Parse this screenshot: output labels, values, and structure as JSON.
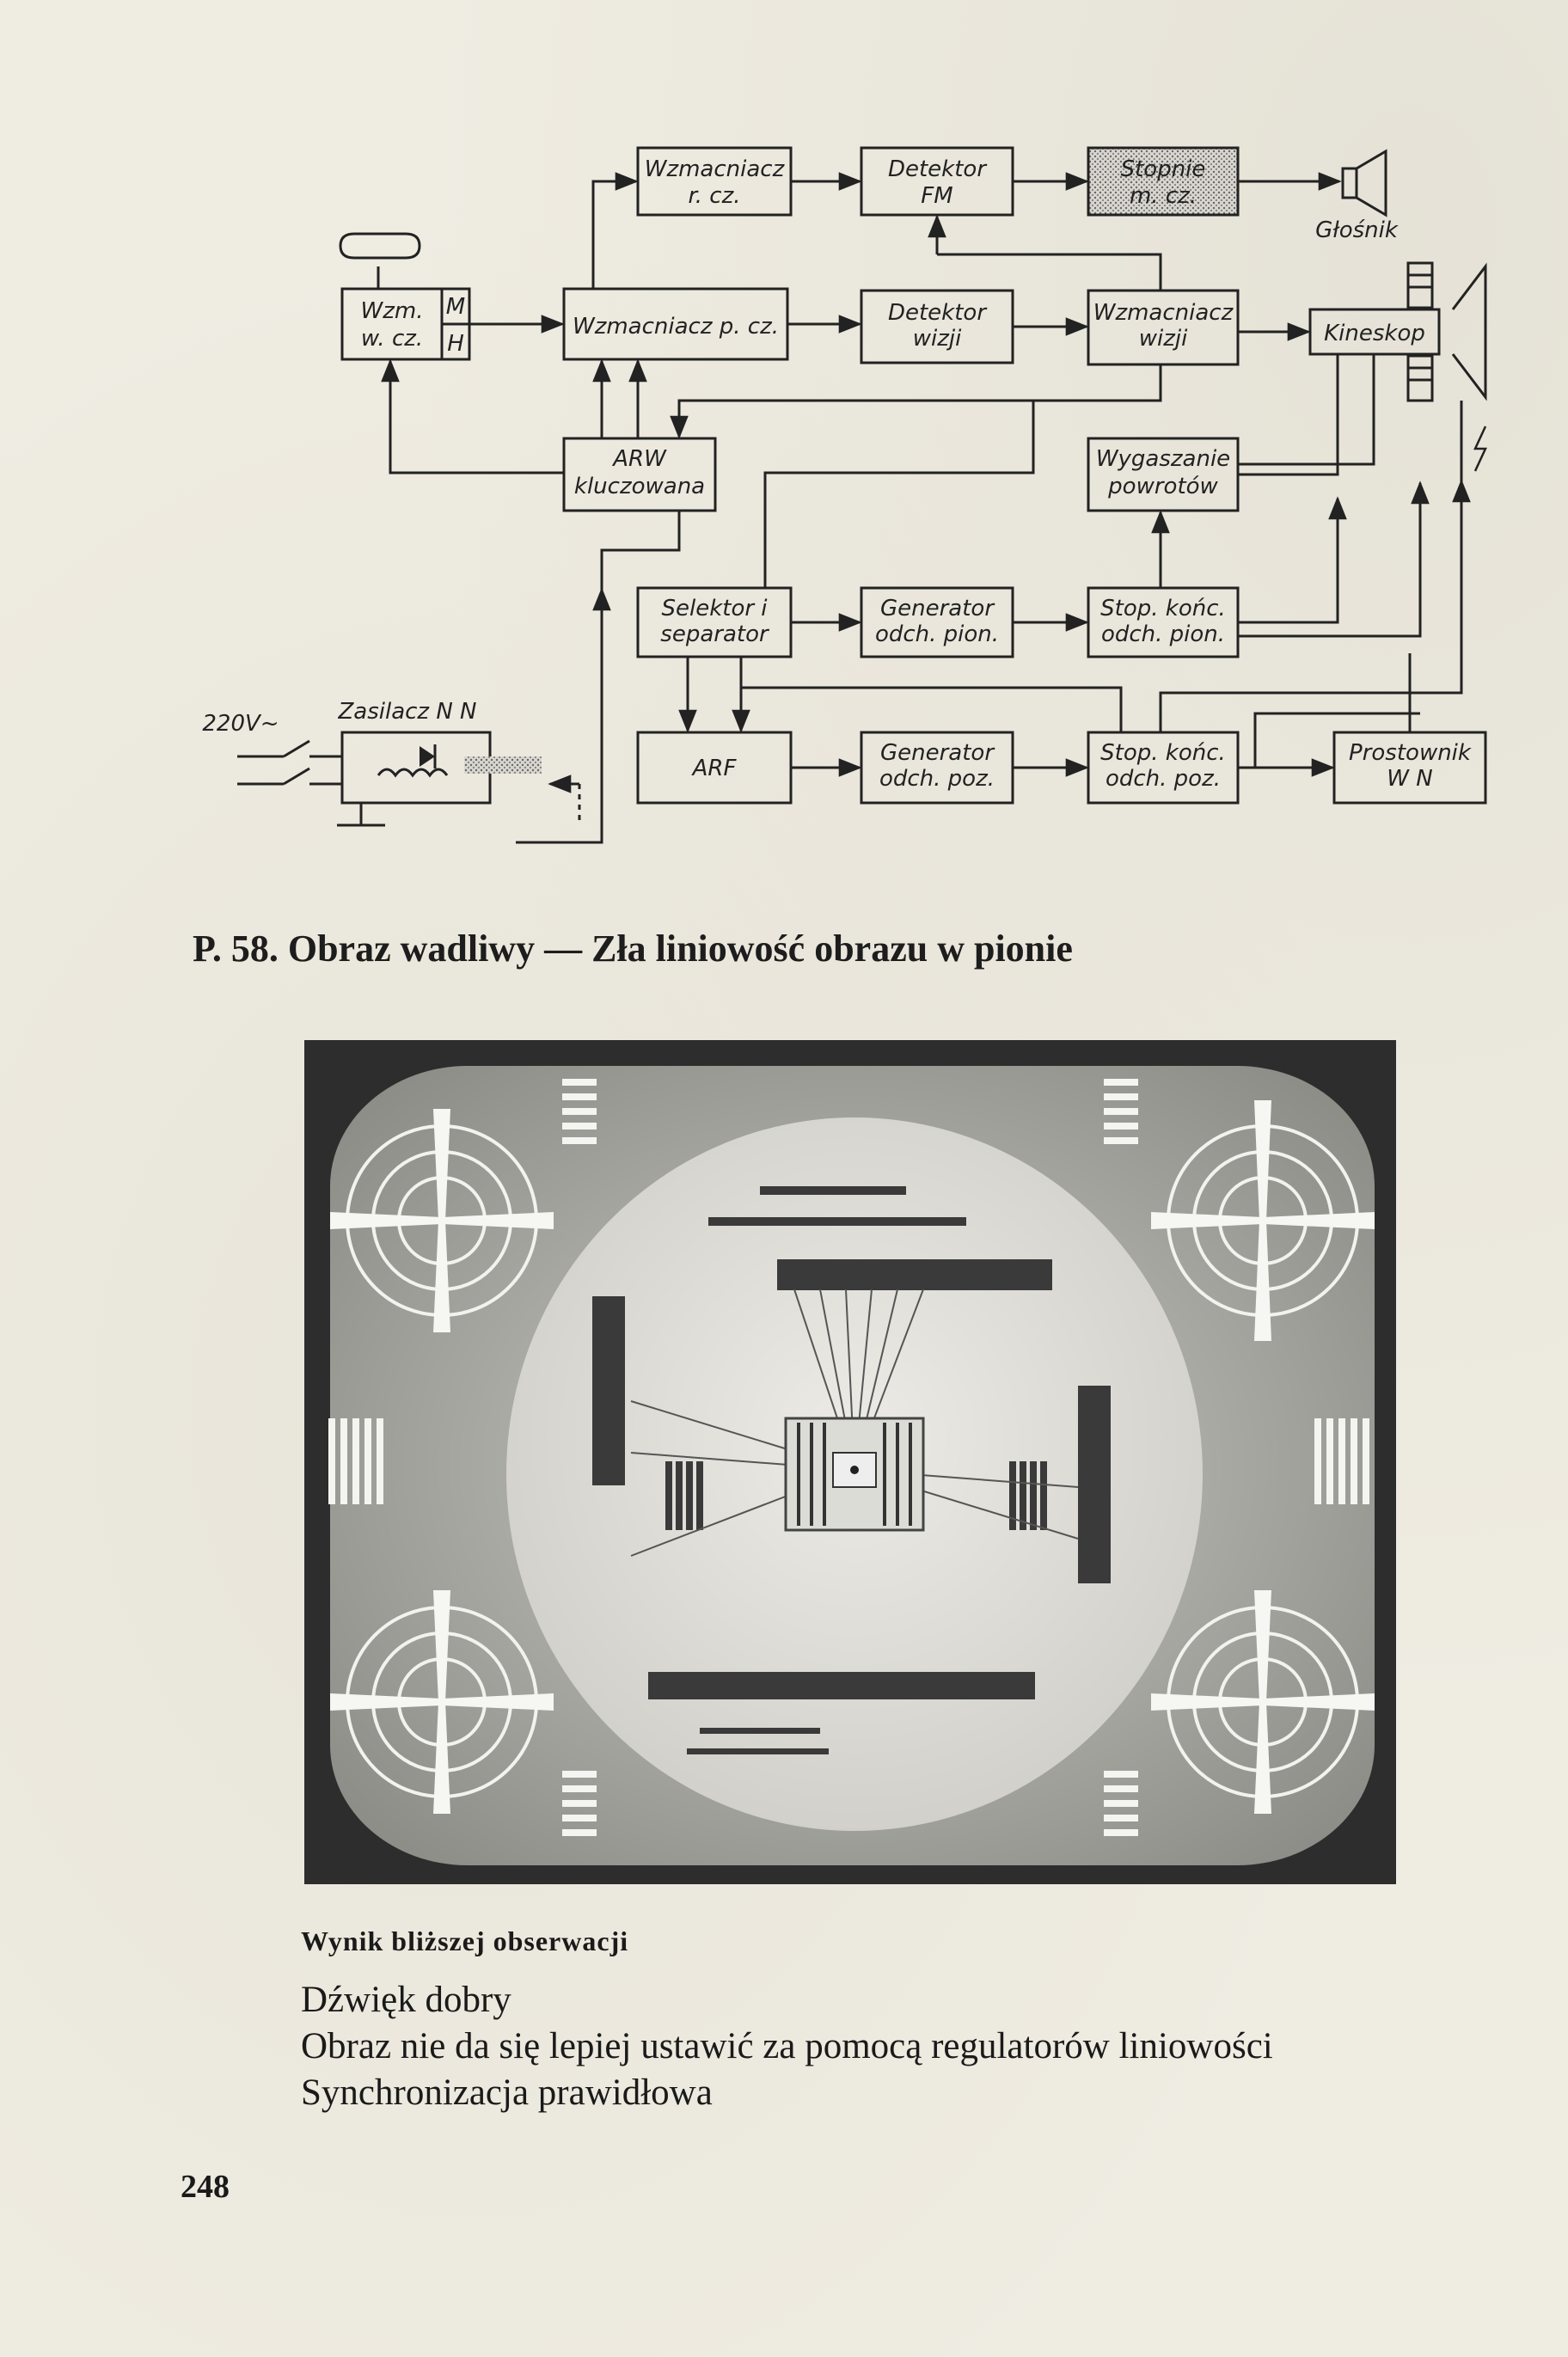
{
  "diagram": {
    "blocks": {
      "wzm_rcz": [
        "Wzmacniacz",
        "r. cz."
      ],
      "det_fm": [
        "Detektor",
        "FM"
      ],
      "stopnie_mcz": [
        "Stopnie",
        "m. cz."
      ],
      "glosnik": "Głośnik",
      "wzm_wcz": [
        "Wzm.",
        "w. cz."
      ],
      "mh": [
        "M",
        "H"
      ],
      "wzm_pcz": "Wzmacniacz p. cz.",
      "det_wizji": [
        "Detektor",
        "wizji"
      ],
      "wzm_wizji": [
        "Wzmacniacz",
        "wizji"
      ],
      "kineskop": "Kineskop",
      "arw": [
        "ARW",
        "kluczowana"
      ],
      "wygaszanie": [
        "Wygaszanie",
        "powrotów"
      ],
      "selektor": [
        "Selektor i",
        "separator"
      ],
      "gen_pion": [
        "Generator",
        "odch. pion."
      ],
      "stop_pion": [
        "Stop. końc.",
        "odch. pion."
      ],
      "v220": "220V~",
      "zasilacz": "Zasilacz N N",
      "arf": "ARF",
      "gen_poz": [
        "Generator",
        "odch. poz."
      ],
      "stop_poz": [
        "Stop. końc.",
        "odch. poz."
      ],
      "prostownik": [
        "Prostownik",
        "W N"
      ]
    }
  },
  "caption": "P. 58. Obraz wadliwy — Zła liniowość obrazu w pionie",
  "observation": {
    "heading": "Wynik bliższej obserwacji",
    "items": [
      "Dźwięk dobry",
      "Obraz nie da się lepiej ustawić za pomocą regulatorów liniowości",
      "Synchronizacja prawidłowa"
    ]
  },
  "page_number": "248"
}
